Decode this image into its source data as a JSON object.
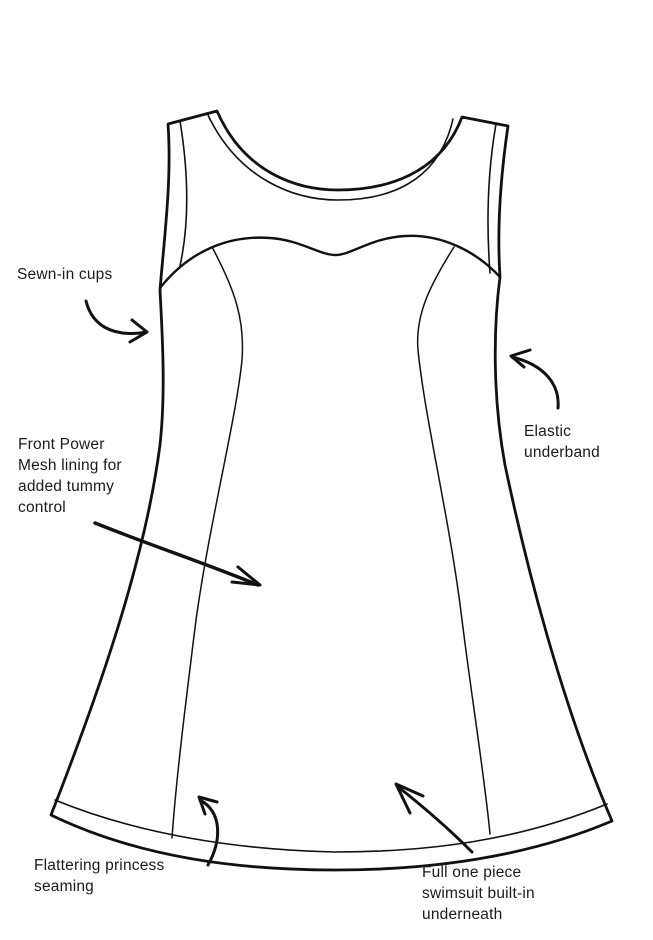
{
  "diagram": {
    "subject": "Sleeveless swim dress technical flat sketch",
    "colors": {
      "line": "#111111",
      "background": "#ffffff",
      "text": "#1a1a1a"
    }
  },
  "callouts": [
    {
      "id": "sewn-in-cups",
      "lines": [
        "Sewn-in cups"
      ]
    },
    {
      "id": "power-mesh",
      "lines": [
        "Front Power",
        "Mesh lining for",
        "added tummy",
        "control"
      ]
    },
    {
      "id": "elastic-underband",
      "lines": [
        "Elastic",
        "underband"
      ]
    },
    {
      "id": "princess-seaming",
      "lines": [
        "Flattering princess",
        "seaming"
      ]
    },
    {
      "id": "built-in-swimsuit",
      "lines": [
        "Full one piece",
        "swimsuit built-in",
        "underneath"
      ]
    }
  ]
}
